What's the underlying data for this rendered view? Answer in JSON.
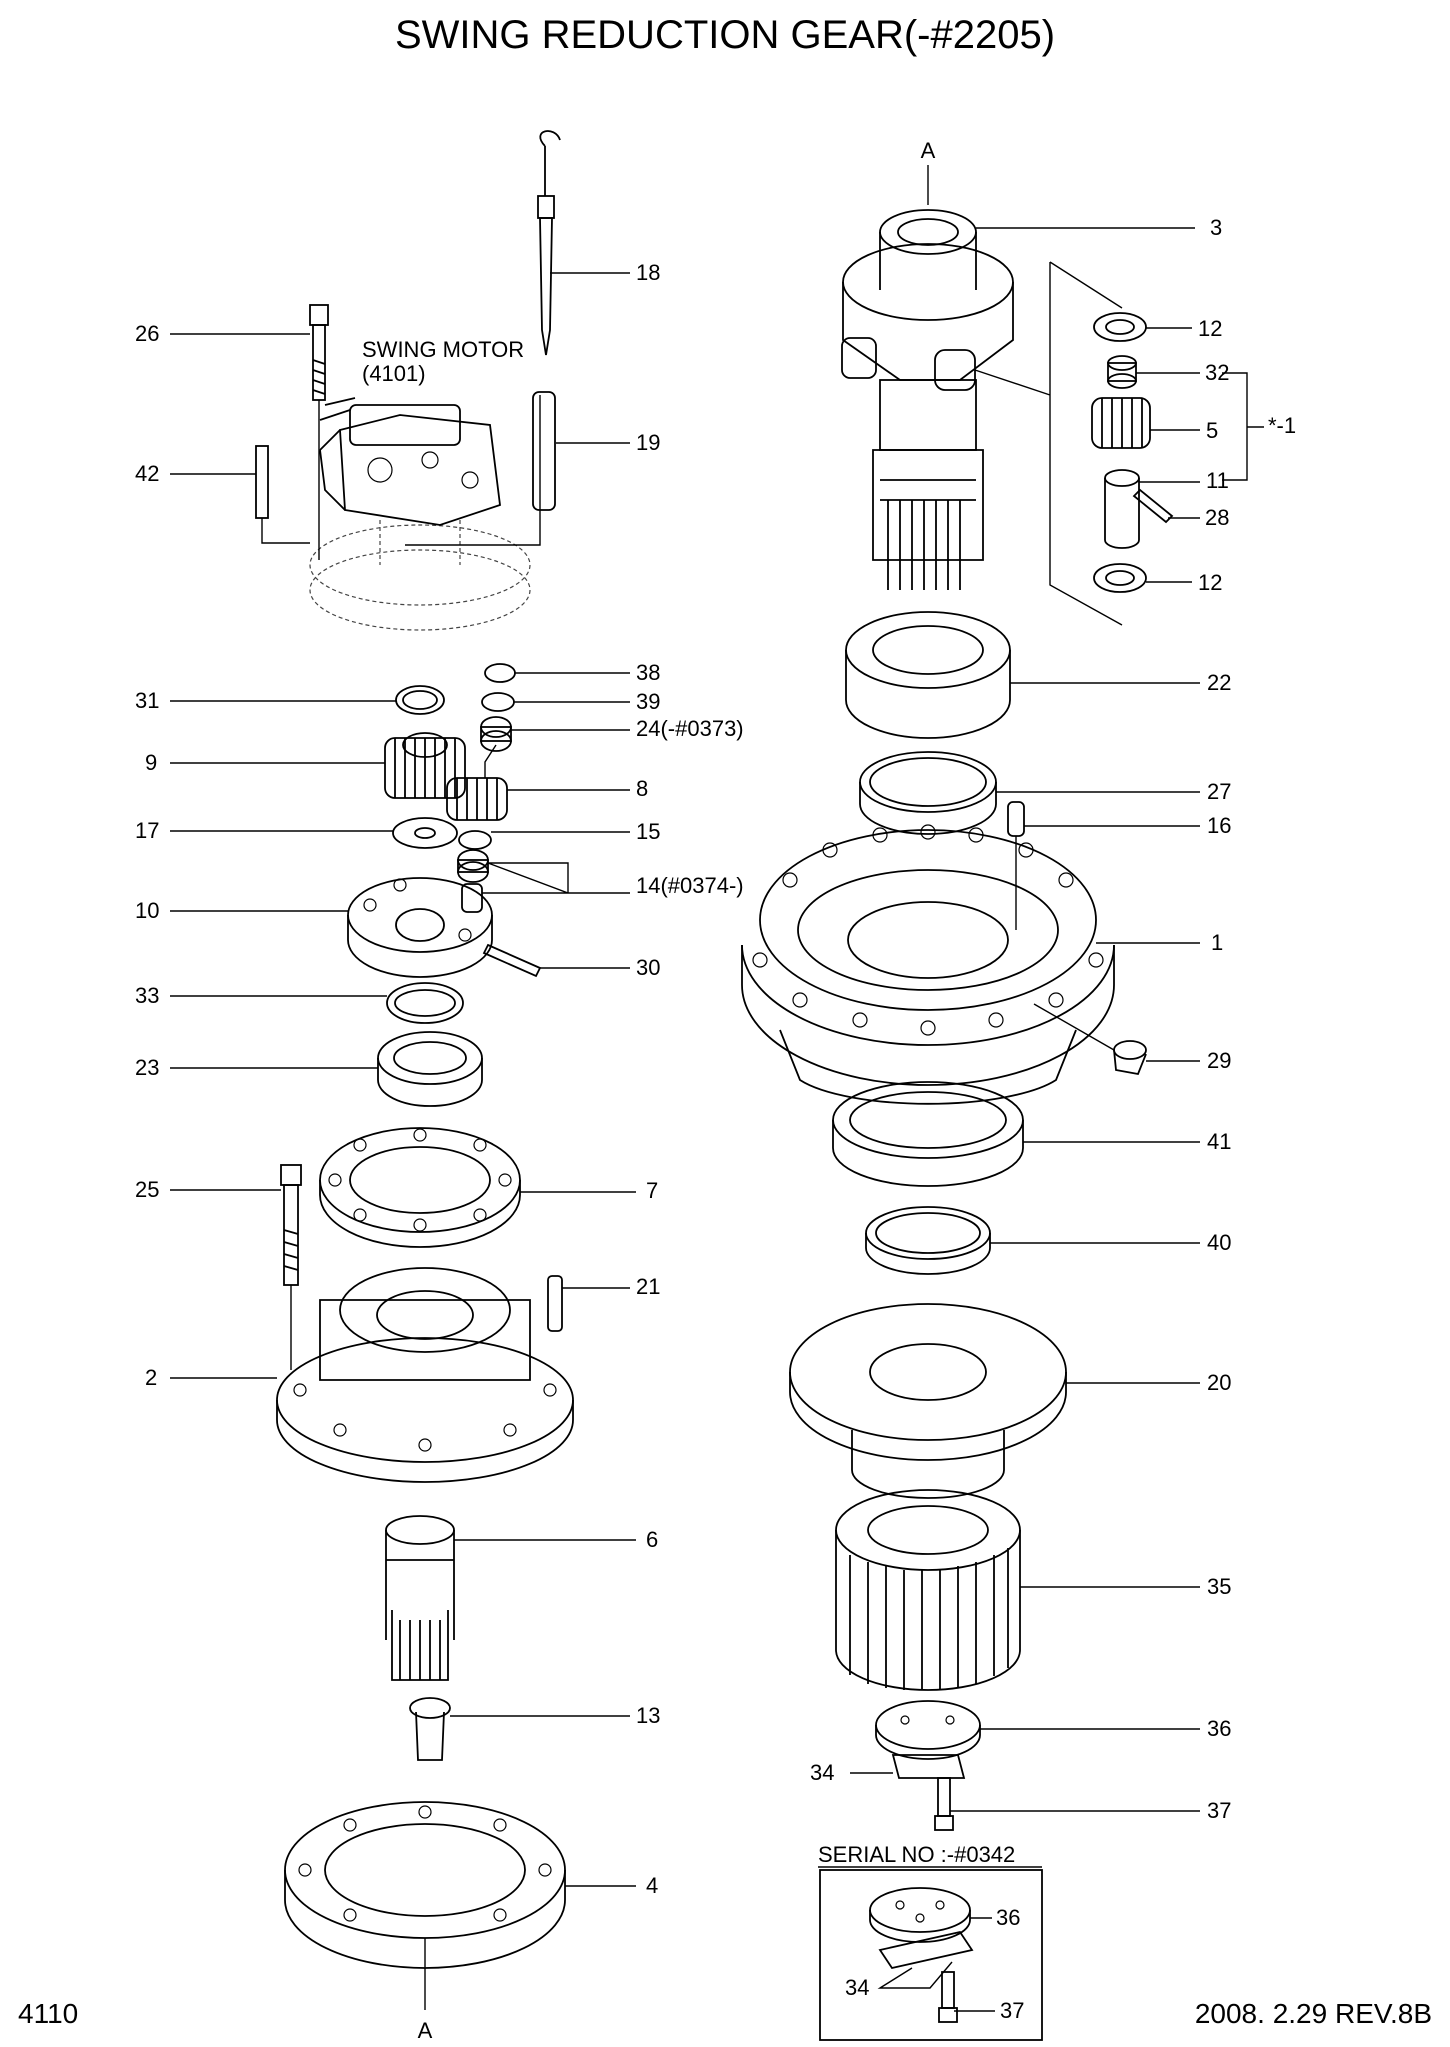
{
  "title": "SWING REDUCTION GEAR(-#2205)",
  "motor": {
    "name": "SWING MOTOR",
    "code": "(4101)"
  },
  "inset": {
    "title": "SERIAL NO :-#0342"
  },
  "footer": {
    "page": "4110",
    "revision": "2008. 2.29  REV.8B"
  },
  "axis_marks": [
    "A",
    "A"
  ],
  "callouts": [
    {
      "id": "26",
      "label": "26"
    },
    {
      "id": "42",
      "label": "42"
    },
    {
      "id": "18",
      "label": "18"
    },
    {
      "id": "19",
      "label": "19"
    },
    {
      "id": "38",
      "label": "38"
    },
    {
      "id": "31",
      "label": "31"
    },
    {
      "id": "39",
      "label": "39"
    },
    {
      "id": "24",
      "label": "24(-#0373)"
    },
    {
      "id": "9",
      "label": "9"
    },
    {
      "id": "8",
      "label": "8"
    },
    {
      "id": "17",
      "label": "17"
    },
    {
      "id": "15",
      "label": "15"
    },
    {
      "id": "14",
      "label": "14(#0374-)"
    },
    {
      "id": "10",
      "label": "10"
    },
    {
      "id": "30",
      "label": "30"
    },
    {
      "id": "33",
      "label": "33"
    },
    {
      "id": "23",
      "label": "23"
    },
    {
      "id": "25",
      "label": "25"
    },
    {
      "id": "7",
      "label": "7"
    },
    {
      "id": "21",
      "label": "21"
    },
    {
      "id": "2",
      "label": "2"
    },
    {
      "id": "6",
      "label": "6"
    },
    {
      "id": "13",
      "label": "13"
    },
    {
      "id": "4",
      "label": "4"
    },
    {
      "id": "3",
      "label": "3"
    },
    {
      "id": "12a",
      "label": "12"
    },
    {
      "id": "32",
      "label": "32"
    },
    {
      "id": "asm",
      "label": "*-1"
    },
    {
      "id": "5",
      "label": "5"
    },
    {
      "id": "11",
      "label": "11"
    },
    {
      "id": "28",
      "label": "28"
    },
    {
      "id": "12b",
      "label": "12"
    },
    {
      "id": "22",
      "label": "22"
    },
    {
      "id": "27",
      "label": "27"
    },
    {
      "id": "16",
      "label": "16"
    },
    {
      "id": "1",
      "label": "1"
    },
    {
      "id": "29",
      "label": "29"
    },
    {
      "id": "41",
      "label": "41"
    },
    {
      "id": "40",
      "label": "40"
    },
    {
      "id": "20",
      "label": "20"
    },
    {
      "id": "35",
      "label": "35"
    },
    {
      "id": "36",
      "label": "36"
    },
    {
      "id": "34",
      "label": "34"
    },
    {
      "id": "37",
      "label": "37"
    },
    {
      "id": "i36",
      "label": "36"
    },
    {
      "id": "i34",
      "label": "34"
    },
    {
      "id": "i37",
      "label": "37"
    }
  ]
}
